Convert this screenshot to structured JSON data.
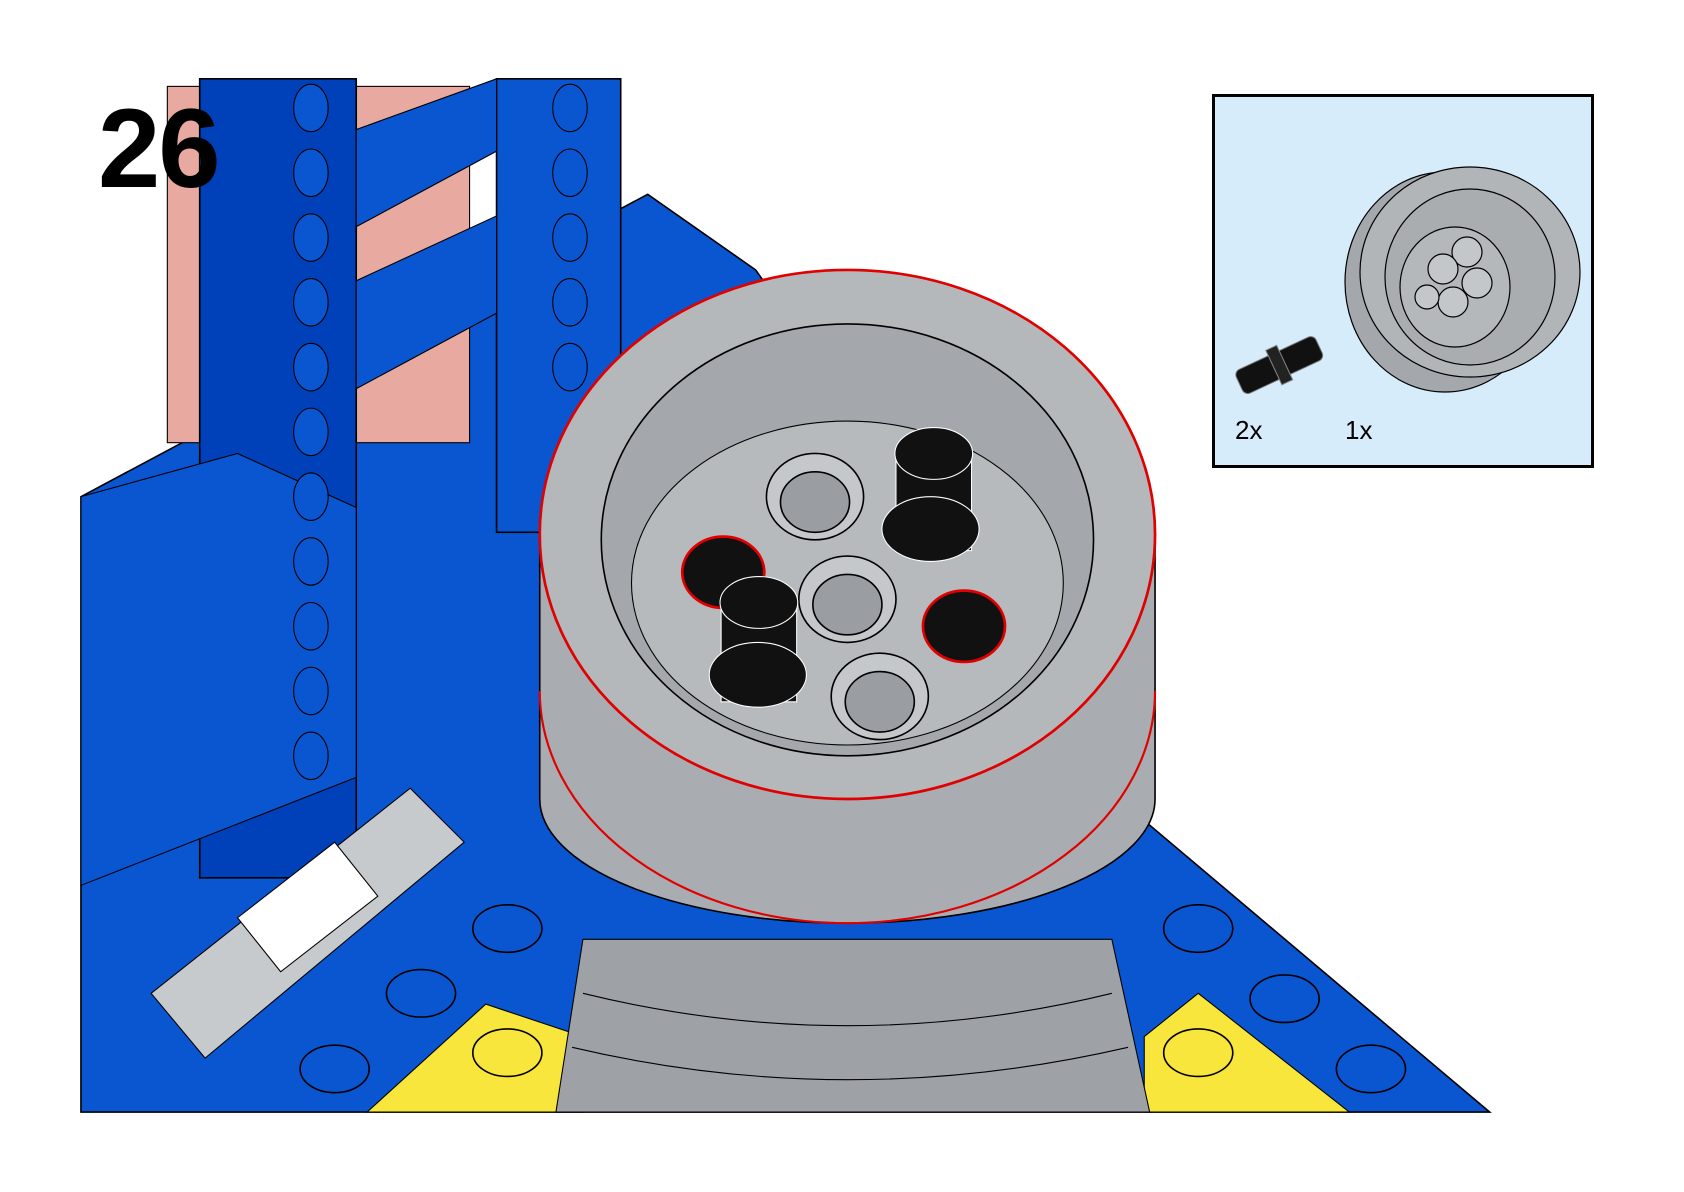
{
  "step_number": "26",
  "parts_list": {
    "items": [
      {
        "part": "black-technic-pin",
        "quantity": "2x"
      },
      {
        "part": "light-gray-wheel-rim",
        "quantity": "1x"
      }
    ]
  },
  "colors": {
    "blue": "#0a55d0",
    "dark_blue": "#0040b8",
    "gray": "#a9adb1",
    "yellow": "#f8e63c",
    "highlight_red": "#e00000",
    "parts_bg": "#d6ecfb"
  }
}
